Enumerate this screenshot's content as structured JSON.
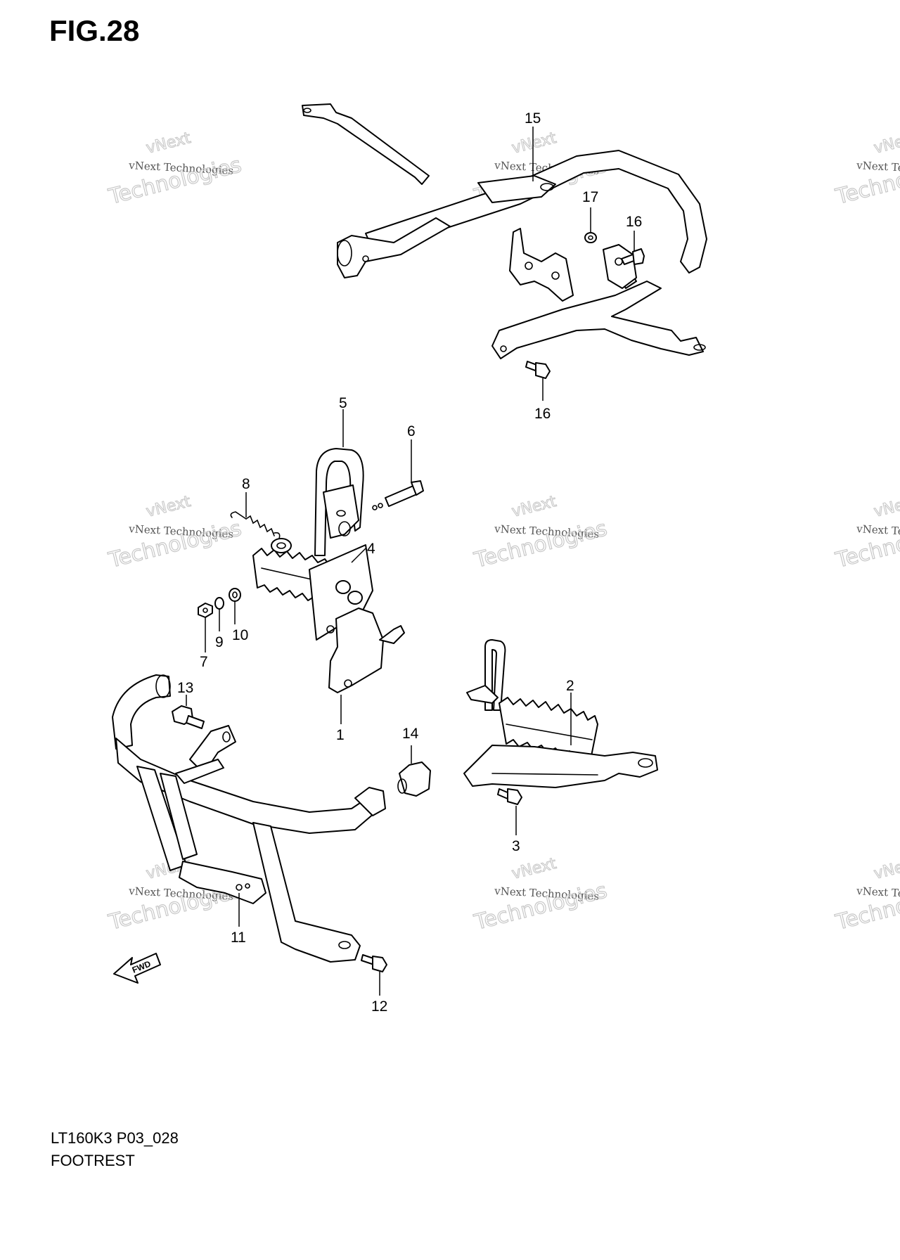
{
  "figure": {
    "title": "FIG.28",
    "code": "LT160K3 P03_028",
    "name": "FOOTREST"
  },
  "watermark": {
    "company": "vNext Technologies",
    "brand": "vNext",
    "word": "Technologies"
  },
  "fwd_label": "FWD",
  "callouts": [
    "1",
    "2",
    "3",
    "4",
    "5",
    "6",
    "7",
    "8",
    "9",
    "10",
    "11",
    "12",
    "13",
    "14",
    "15",
    "16",
    "16",
    "17"
  ]
}
